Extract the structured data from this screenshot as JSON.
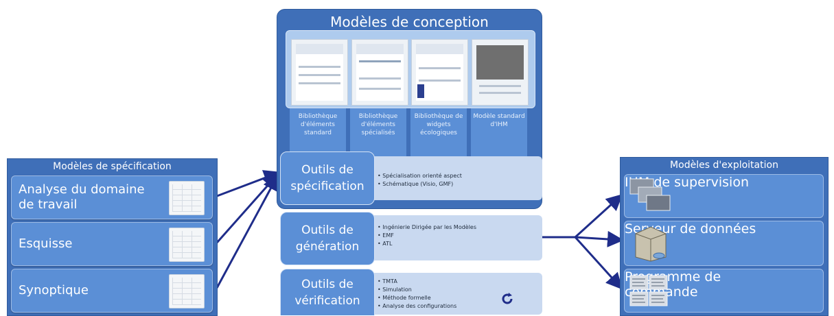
{
  "design_models": {
    "title": "Modèles de conception",
    "libraries": [
      {
        "label": "Bibliothèque d'éléments standard"
      },
      {
        "label": "Bibliothèque d'éléments spécialisés"
      },
      {
        "label": "Bibliothèque de widgets écologiques"
      },
      {
        "label": "Modèle standard d'IHM"
      }
    ]
  },
  "spec_models": {
    "title": "Modèles de spécification",
    "items": [
      {
        "label": "Analyse du domaine de travail"
      },
      {
        "label": "Esquisse"
      },
      {
        "label": "Synoptique"
      }
    ]
  },
  "tools": [
    {
      "title": "Outils de spécification",
      "bullets": [
        "Spécialisation orienté aspect",
        "Schématique (Visio, GMF)"
      ]
    },
    {
      "title": "Outils de génération",
      "bullets": [
        "Ingénierie Dirigée par les Modèles",
        "EMF",
        "ATL"
      ]
    },
    {
      "title": "Outils de vérification",
      "bullets": [
        "TMTA",
        "Simulation",
        "Méthode formelle",
        "Analyse des configurations"
      ]
    }
  ],
  "exploit_models": {
    "title": "Modèles d'exploitation",
    "items": [
      {
        "label": "IHM de supervision",
        "icon": "screens-icon"
      },
      {
        "label": "Serveur de données",
        "icon": "server-icon"
      },
      {
        "label": "Programme de commande",
        "icon": "code-listing-icon"
      }
    ]
  },
  "colors": {
    "panel": "#3f6fb8",
    "card": "#5b8fd6",
    "arrow": "#1f2d8a",
    "tool_bg": "#c9d9f0"
  }
}
